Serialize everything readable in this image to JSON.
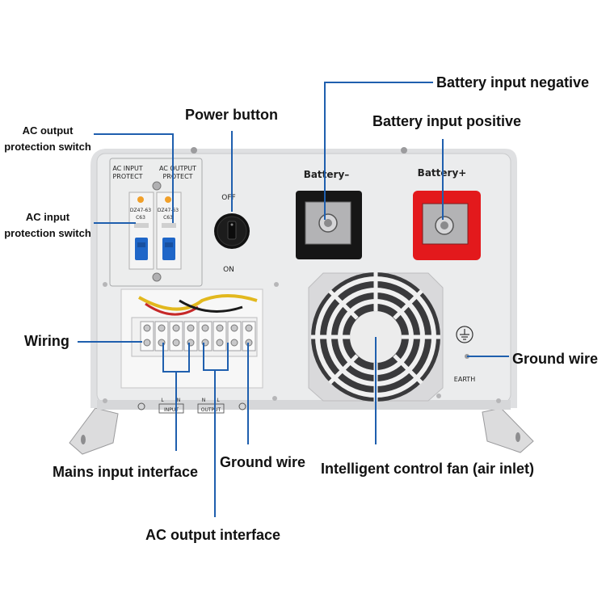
{
  "labels": {
    "ac_output_protection_switch": [
      "AC output",
      "protection switch"
    ],
    "ac_input_protection_switch": [
      "AC input",
      "protection switch"
    ],
    "power_button": "Power button",
    "battery_input_negative": "Battery input negative",
    "battery_input_positive": "Battery input positive",
    "wiring": "Wiring",
    "ground_wire_right": "Ground wire",
    "ground_wire_bottom": "Ground wire",
    "mains_input_interface": "Mains input interface",
    "intelligent_control_fan": "Intelligent control fan (air inlet)",
    "ac_output_interface": "AC output interface"
  },
  "panel": {
    "breaker_input_label": [
      "AC INPUT",
      "PROTECT"
    ],
    "breaker_output_label": [
      "AC OUTPUT",
      "PROTECT"
    ],
    "breaker_model": "DZ47-63",
    "breaker_rating": "C63",
    "switch_off": "OFF",
    "switch_on": "ON",
    "battery_negative": "Battery–",
    "battery_positive": "Battery+",
    "earth": "EARTH",
    "input_tag": "INPUT",
    "output_tag": "OUTPUT",
    "input_l": "L",
    "input_n": "N",
    "output_n": "N",
    "output_l": "L"
  },
  "colors": {
    "callout_line": "#1f5fae",
    "housing": "#e9eaec",
    "negative_terminal": "#161616",
    "positive_terminal": "#e3191c",
    "breaker_handle": "#1f66c8"
  }
}
